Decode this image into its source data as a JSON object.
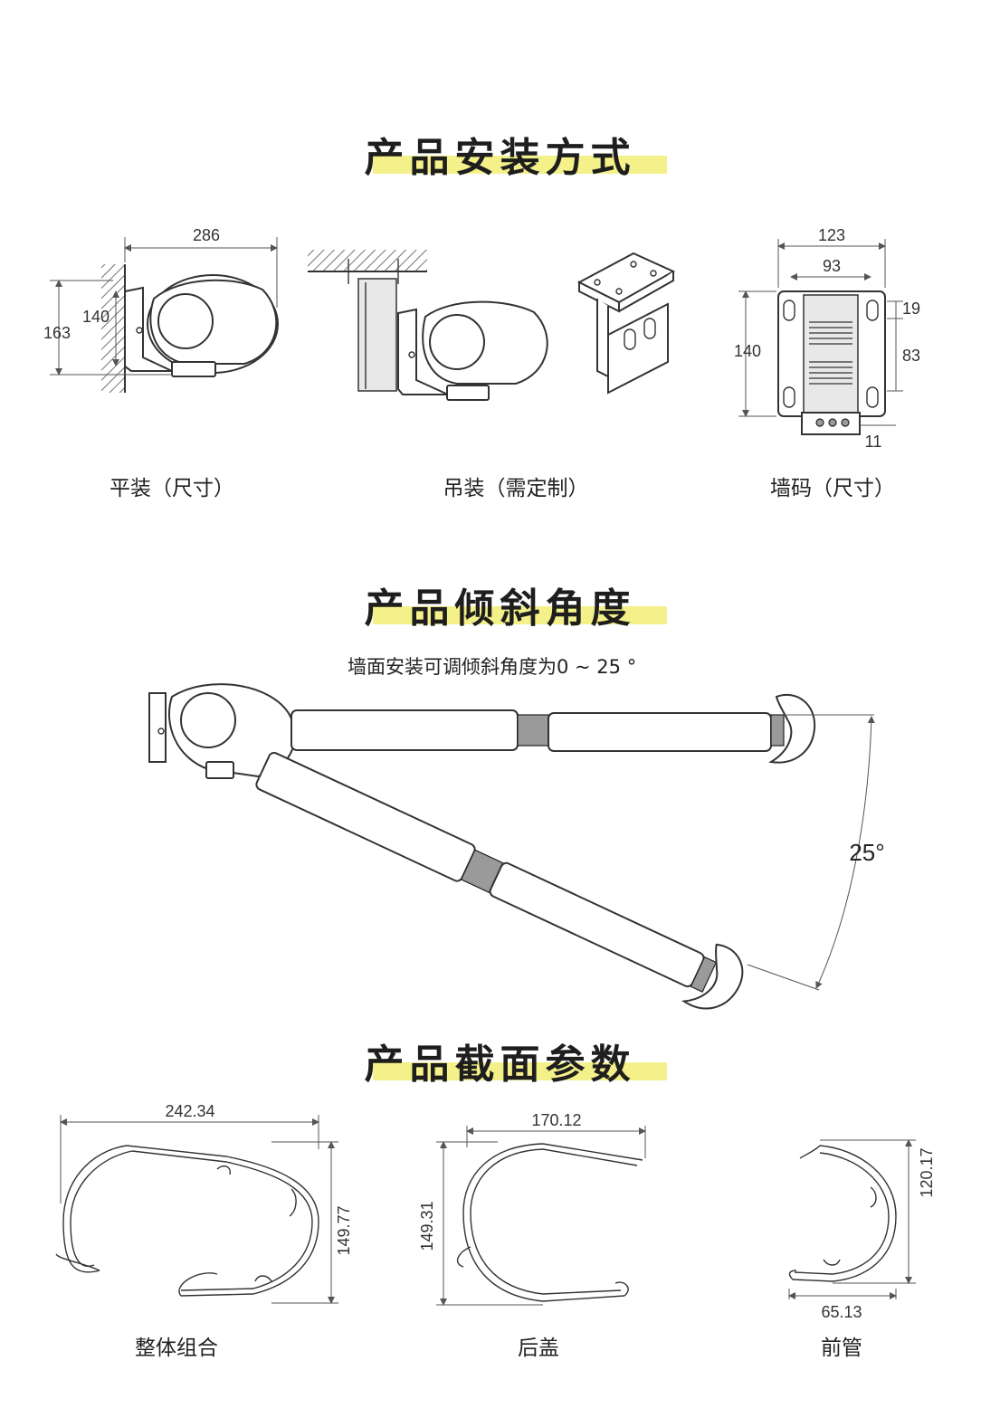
{
  "sections": {
    "install_title": "产品安装方式",
    "tilt_title": "产品倾斜角度",
    "profile_title": "产品截面参数"
  },
  "install": {
    "flat_caption": "平装（尺寸）",
    "hang_caption": "吊装（需定制）",
    "bracket_caption": "墙码（尺寸）",
    "flat_dims": {
      "width": "286",
      "height": "163",
      "inner": "140"
    },
    "bracket_dims": {
      "outer": "123",
      "inner": "93",
      "height": "140",
      "top": "19",
      "mid": "83",
      "bottom": "11"
    }
  },
  "tilt": {
    "note": "墙面安装可调倾斜角度为0 ~ 25 °",
    "angle": "25°"
  },
  "profiles": {
    "whole": {
      "caption": "整体组合",
      "width": "242.34",
      "height": "149.77"
    },
    "back": {
      "caption": "后盖",
      "width": "170.12",
      "height": "149.31"
    },
    "front": {
      "caption": "前管",
      "width": "65.13",
      "height": "120.17"
    }
  },
  "colors": {
    "highlight": "#f4f08a",
    "line": "#333333"
  }
}
